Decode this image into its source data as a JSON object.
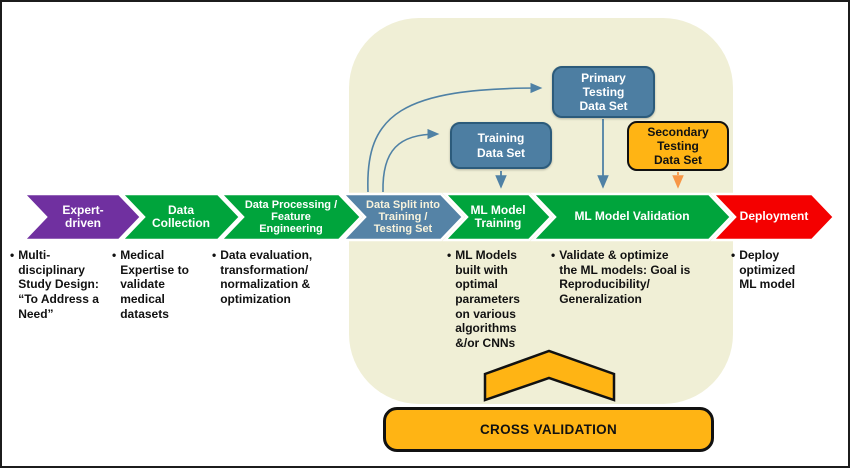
{
  "colors": {
    "purple": "#7030A0",
    "green": "#00A43C",
    "steel_blue": "#5583A6",
    "steel_blue_dark_border": "#2C5B7B",
    "red": "#F40000",
    "amber": "#FFB414",
    "amber_arrow": "#F79646",
    "beige_panel": "#F0EFD6",
    "arrow_blue": "#4F81A5",
    "chevron_outline": "#FFFFFF"
  },
  "stages": [
    {
      "label": "Expert-\ndriven",
      "bullet": "Multi-\ndisciplinary\nStudy Design:\n“To Address a\nNeed”"
    },
    {
      "label": "Data\nCollection",
      "bullet": "Medical\nExpertise to\nvalidate\nmedical\ndatasets"
    },
    {
      "label": "Data Processing /\nFeature\nEngineering",
      "bullet": "Data evaluation,\ntransformation/\nnormalization &\noptimization"
    },
    {
      "label": "Data Split into\nTraining /\nTesting Set",
      "bullet": ""
    },
    {
      "label": "ML Model\nTraining",
      "bullet": "ML Models\nbuilt with\noptimal\nparameters\non various\nalgorithms\n&/or CNNs"
    },
    {
      "label": "ML Model Validation",
      "bullet": "Validate & optimize\nthe ML models: Goal is\nReproducibility/\nGeneralization"
    },
    {
      "label": "Deployment",
      "bullet": "Deploy\noptimized\nML model"
    }
  ],
  "boxes": {
    "training": {
      "label": "Training\nData Set"
    },
    "primary": {
      "label": "Primary\nTesting\nData Set"
    },
    "secondary": {
      "label": "Secondary\nTesting\nData Set"
    }
  },
  "cross_validation": {
    "label": "CROSS VALIDATION"
  }
}
